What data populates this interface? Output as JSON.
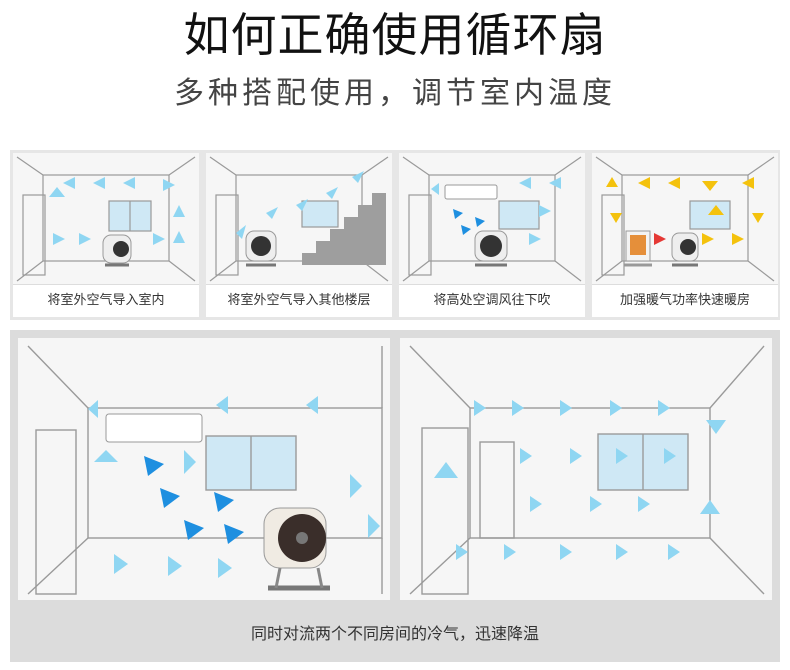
{
  "title": "如何正确使用循环扇",
  "subtitle": "多种搭配使用，调节室内温度",
  "panels": [
    {
      "caption": "将室外空气导入室内"
    },
    {
      "caption": "将室外空气导入其他楼层"
    },
    {
      "caption": "将高处空调风往下吹"
    },
    {
      "caption": "加强暖气功率快速暖房"
    }
  ],
  "bottom_caption": "同时对流两个不同房间的冷气，迅速降温",
  "colors": {
    "cool_arrow": "#8fd6f2",
    "ac_arrow": "#1e8fe0",
    "warm_arrow": "#f4c20d",
    "heater_arrow": "#e53935",
    "room_line": "#9a9a9a"
  }
}
